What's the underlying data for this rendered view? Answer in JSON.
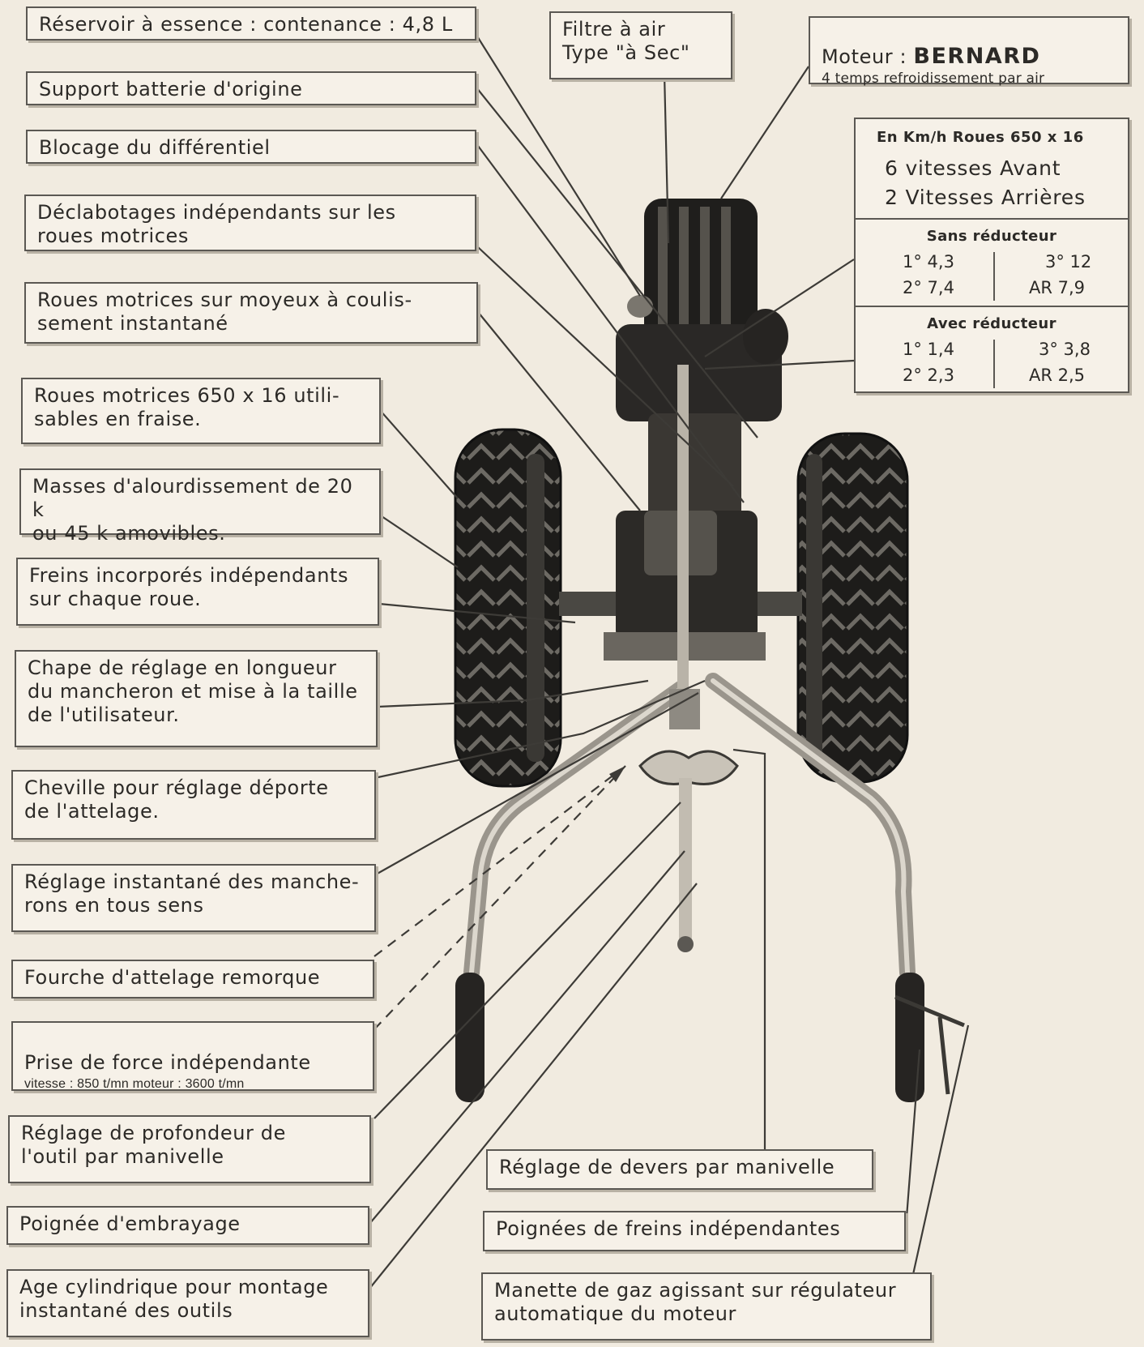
{
  "labels_left": [
    "Réservoir à essence : contenance : 4,8 L",
    "Support batterie d'origine",
    "Blocage du différentiel",
    "Déclabotages indépendants sur les\nroues motrices",
    "Roues motrices sur moyeux à coulis-\nsement instantané",
    "Roues motrices 650 x 16 utili-\nsables en fraise.",
    "Masses d'alourdissement de 20 k\nou 45 k amovibles.",
    "Freins incorporés indépendants\nsur chaque roue.",
    "Chape de réglage en longueur\ndu mancheron et mise à la taille\nde l'utilisateur.",
    "Cheville pour réglage déporte\nde l'attelage.",
    "Réglage instantané des manche-\nrons en tous sens",
    "Fourche d'attelage remorque",
    "Prise de force indépendante",
    "Réglage de profondeur de\nl'outil par manivelle",
    "Poignée d'embrayage",
    "Age cylindrique pour montage\ninstantané des outils"
  ],
  "pto_note": "vitesse : 850 t/mn     moteur : 3600 t/mn",
  "air_filter": "Filtre à air\nType \"à Sec\"",
  "engine": {
    "prefix": "Moteur : ",
    "brand": "BERNARD",
    "desc": "4 temps   refroidissement par air"
  },
  "labels_bottom": [
    "Réglage de devers par manivelle",
    "Poignées de freins indépendantes",
    "Manette de gaz agissant sur régulateur\nautomatique du moteur"
  ],
  "speeds": {
    "header": "En Km/h Roues 650 x 16",
    "forward": "6 vitesses Avant",
    "reverse": "2 Vitesses Arrières",
    "sans_title": "Sans réducteur",
    "sans": {
      "g1": "1° 4,3",
      "g3": "3° 12",
      "g2": "2° 7,4",
      "ar": "AR 7,9"
    },
    "avec_title": "Avec réducteur",
    "avec": {
      "g1": "1° 1,4",
      "g3": "3° 3,8",
      "g2": "2° 2,3",
      "ar": "AR 2,5"
    }
  }
}
